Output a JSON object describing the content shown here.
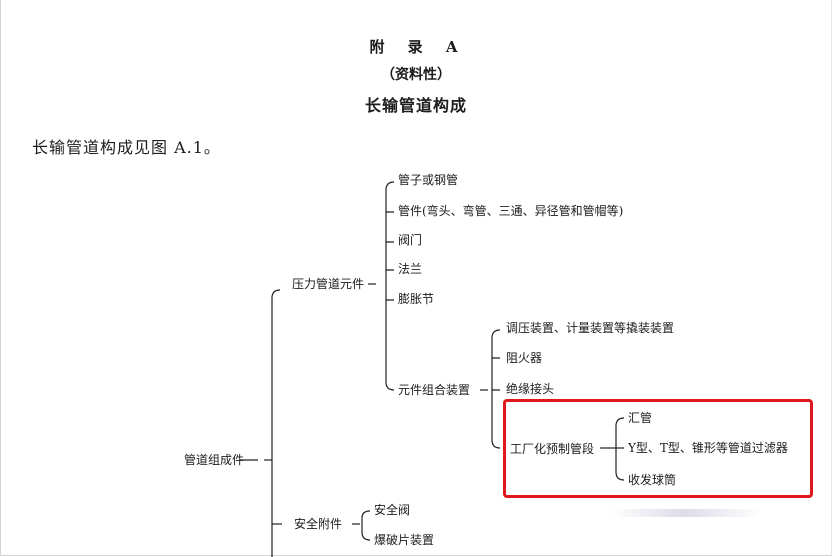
{
  "heading": {
    "appendix": "附 录 A",
    "nature": "（资料性）",
    "title": "长输管道构成"
  },
  "intro": "长输管道构成见图 A.1。",
  "tree": {
    "root": "管道组成件",
    "pressure_elements": {
      "label": "压力管道元件",
      "items": {
        "pipe": "管子或钢管",
        "fittings": "管件(弯头、弯管、三通、异径管和管帽等)",
        "valve": "阀门",
        "flange": "法兰",
        "expansion_joint": "膨胀节"
      },
      "assembly": {
        "label": "元件组合装置",
        "items": {
          "skid": "调压装置、计量装置等撬装装置",
          "flame_arrester": "阻火器",
          "insulating_joint": "绝缘接头"
        },
        "prefab": {
          "label": "工厂化预制管段",
          "items": {
            "manifold": "汇管",
            "filters": "Y型、T型、锥形等管道过滤器",
            "pig_barrel": "收发球筒"
          }
        }
      }
    },
    "safety_accessories": {
      "label": "安全附件",
      "items": {
        "safety_valve": "安全阀",
        "rupture_disc": "爆破片装置"
      }
    }
  },
  "colors": {
    "highlight": "#e0191e",
    "text": "#1c1c1c"
  }
}
